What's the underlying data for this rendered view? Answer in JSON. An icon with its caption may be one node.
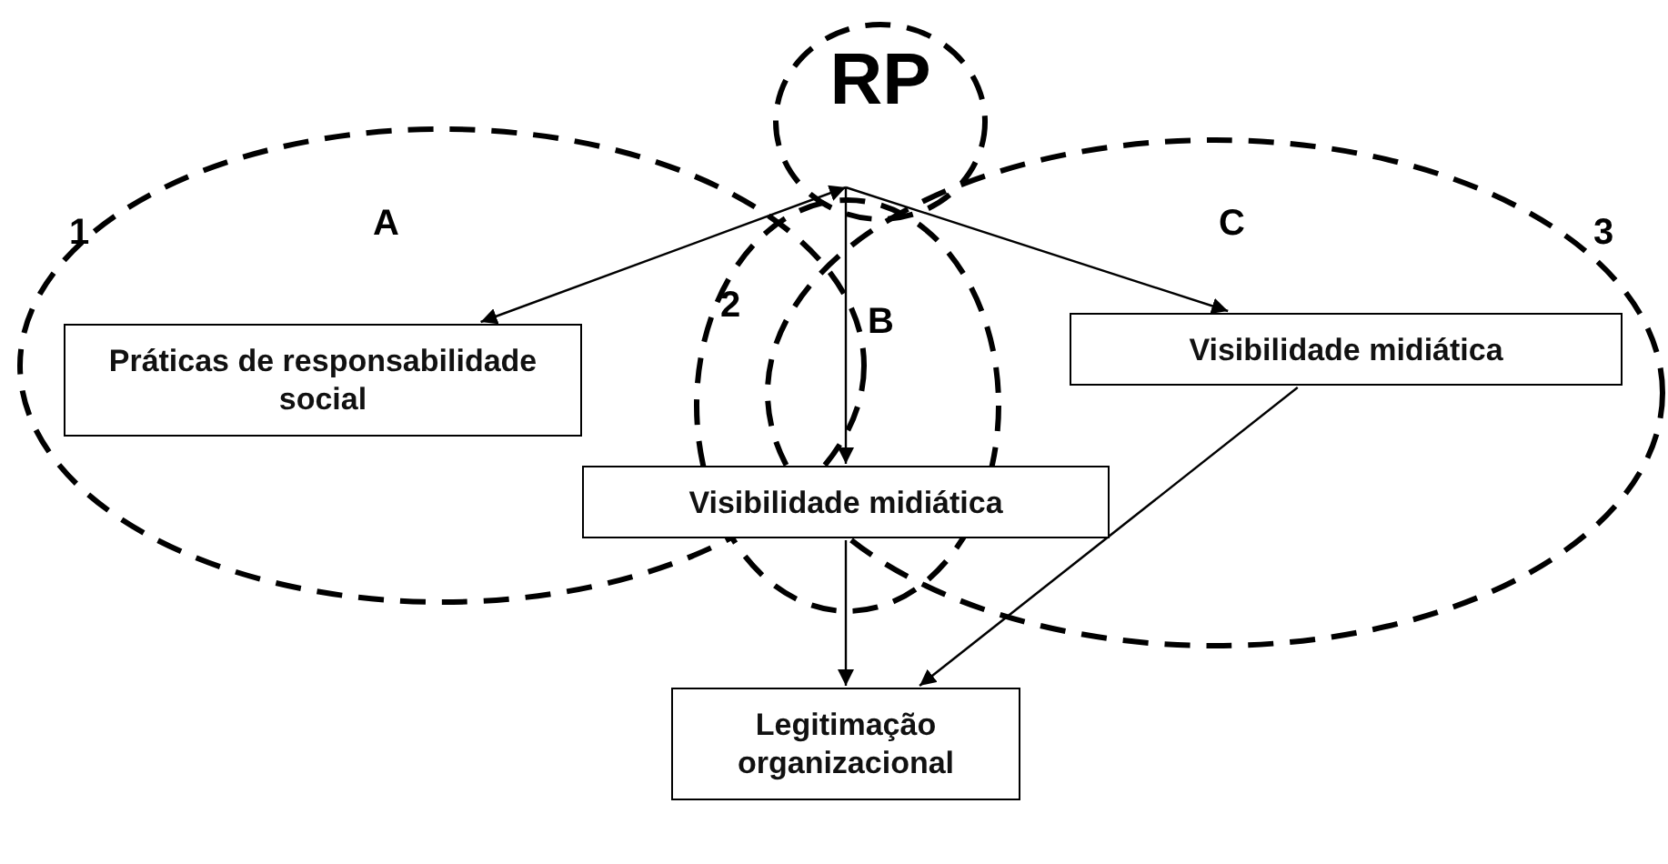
{
  "diagram": {
    "nodes": [
      {
        "text": [
          "RP"
        ]
      },
      {
        "text": [
          "Práticas de responsabilidade social"
        ]
      },
      {
        "text": [
          "Visibilidade midiática"
        ]
      },
      {
        "text": [
          "Visibilidade midiática"
        ]
      },
      {
        "text": [
          "Legitimação organizacional"
        ]
      }
    ],
    "edges": [
      {
        "from": 0,
        "to": 1,
        "arrow": "both",
        "label": "A"
      },
      {
        "from": 0,
        "to": 2,
        "arrow": "to",
        "label": "B"
      },
      {
        "from": 0,
        "to": 3,
        "arrow": "to",
        "label": "C"
      },
      {
        "from": 2,
        "to": 4,
        "arrow": "to"
      },
      {
        "from": 3,
        "to": 4,
        "arrow": "to"
      }
    ],
    "labels": [
      "1",
      "2",
      "3"
    ]
  }
}
